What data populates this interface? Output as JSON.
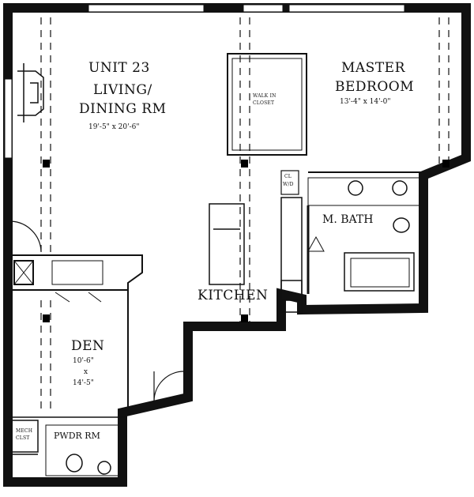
{
  "plan": {
    "unit_title": "UNIT 23",
    "rooms": {
      "living": {
        "name_line1": "LIVING/",
        "name_line2": "DINING RM",
        "dims": "19'-5\" x 20'-6\""
      },
      "master": {
        "name_line1": "MASTER",
        "name_line2": "BEDROOM",
        "dims": "13'-4\" x 14'-0\""
      },
      "closet": {
        "name_line1": "WALK IN",
        "name_line2": "CLOSET"
      },
      "cl": {
        "line1": "CL",
        "line2": "W/D"
      },
      "mbath": {
        "name": "M. BATH"
      },
      "kitchen": {
        "name": "KITCHEN"
      },
      "den": {
        "name": "DEN",
        "dim1": "10'-6\"",
        "dim2": "x",
        "dim3": "14'-5\""
      },
      "pwdr": {
        "name": "PWDR RM"
      },
      "mech": {
        "line1": "MECH",
        "line2": "CLST"
      }
    },
    "colors": {
      "wall": "#000000",
      "line": "#111111",
      "background": "#ffffff"
    }
  }
}
